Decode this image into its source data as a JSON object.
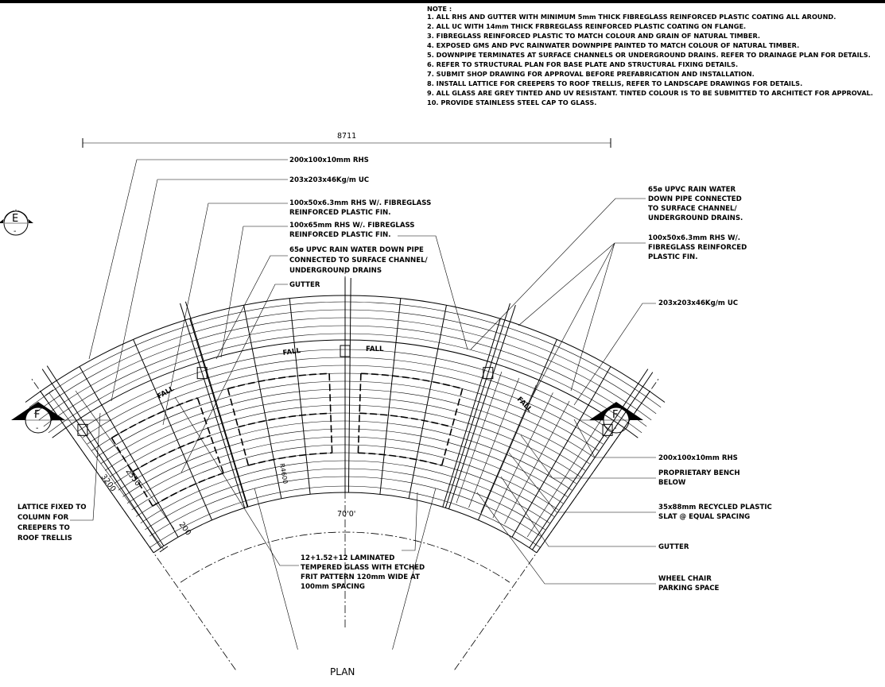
{
  "notes": {
    "heading": "NOTE :",
    "items": [
      "1. ALL RHS AND GUTTER WITH MINIMUM 5mm THICK FIBREGLASS REINFORCED PLASTIC COATING ALL AROUND.",
      "2. ALL UC WITH 14mm THICK FRBREGLASS REINFORCED PLASTIC COATING ON FLANGE.",
      "3. FIBREGLASS REINFORCED PLASTIC TO MATCH COLOUR AND GRAIN OF NATURAL TIMBER.",
      "4. EXPOSED GMS AND PVC RAINWATER DOWNPIPE PAINTED TO MATCH COLOUR OF NATURAL TIMBER.",
      "5. DOWNPIPE TERMINATES AT SURFACE CHANNELS OR UNDERGROUND DRAINS. REFER TO DRAINAGE PLAN FOR DETAILS.",
      "6. REFER TO STRUCTURAL PLAN FOR BASE PLATE AND STRUCTURAL FIXING DETAILS.",
      "7. SUBMIT SHOP DRAWING FOR APPROVAL BEFORE PREFABRICATION AND INSTALLATION.",
      "8. INSTALL LATTICE FOR CREEPERS TO ROOF TRELLIS, REFER TO LANDSCAPE DRAWINGS FOR DETAILS.",
      "9. ALL GLASS ARE GREY TINTED AND UV RESISTANT. TINTED COLOUR IS TO BE SUBMITTED TO ARCHITECT FOR APPROVAL.",
      "10. PROVIDE STAINLESS STEEL CAP TO GLASS."
    ]
  },
  "dimensions": {
    "overall_width": "8711",
    "depth_1": "3200",
    "depth_2": "2550",
    "offset": "200",
    "angle": "70'0'",
    "radius": "R4600"
  },
  "section_markers": {
    "left_e": "E",
    "left_f": "F",
    "right_f": "F"
  },
  "labels_left": {
    "rhs_200": "200x100x10mm RHS",
    "uc_203": "203x203x46Kg/m UC",
    "rhs_100x50_l1": "100x50x6.3mm RHS W/. FIBREGLASS",
    "rhs_100x50_l2": "REINFORCED PLASTIC FIN.",
    "rhs_100x65_l1": "100x65mm RHS W/. FIBREGLASS",
    "rhs_100x65_l2": "REINFORCED PLASTIC FIN.",
    "downpipe_l1": "65ø UPVC RAIN WATER DOWN PIPE",
    "downpipe_l2": "CONNECTED TO SURFACE CHANNEL/",
    "downpipe_l3": "UNDERGROUND DRAINS",
    "gutter": "GUTTER",
    "lattice_l1": "LATTICE FIXED TO",
    "lattice_l2": "COLUMN FOR",
    "lattice_l3": "CREEPERS TO",
    "lattice_l4": "ROOF TRELLIS",
    "glass_l1": "12+1.52+12 LAMINATED",
    "glass_l2": "TEMPERED GLASS WITH ETCHED",
    "glass_l3": "FRIT PATTERN 120mm WIDE AT",
    "glass_l4": "100mm SPACING"
  },
  "labels_right": {
    "downpipe_l1": "65ø UPVC RAIN WATER",
    "downpipe_l2": "DOWN PIPE CONNECTED",
    "downpipe_l3": "TO SURFACE CHANNEL/",
    "downpipe_l4": "UNDERGROUND DRAINS.",
    "rhs_fin_l1": "100x50x6.3mm RHS W/.",
    "rhs_fin_l2": "FIBREGLASS REINFORCED",
    "rhs_fin_l3": "PLASTIC FIN.",
    "uc_203": "203x203x46Kg/m UC",
    "rhs_200": "200x100x10mm RHS",
    "bench_l1": "PROPRIETARY BENCH",
    "bench_l2": "BELOW",
    "slat_l1": "35x88mm RECYCLED PLASTIC",
    "slat_l2": "SLAT @ EQUAL SPACING",
    "gutter": "GUTTER",
    "wheelchair_l1": "WHEEL CHAIR",
    "wheelchair_l2": "PARKING SPACE"
  },
  "fall_labels": [
    "FALL",
    "FALL",
    "FALL",
    "FALL"
  ],
  "title": "PLAN"
}
